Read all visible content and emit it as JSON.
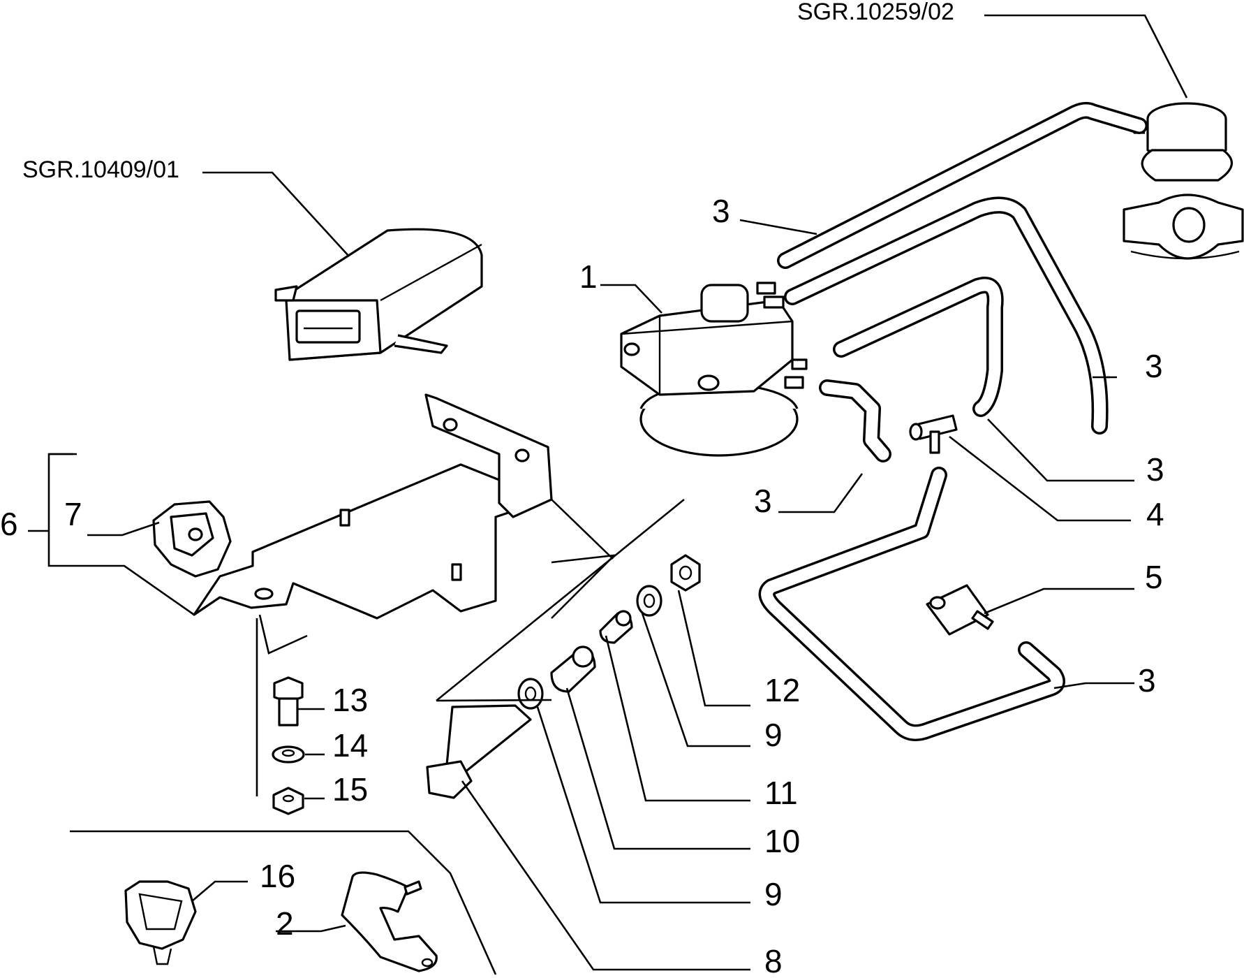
{
  "diagram": {
    "references": {
      "ref_top_right": "SGR.10259/02",
      "ref_top_left": "SGR.10409/01"
    },
    "labels": {
      "l1": "1",
      "l2": "2",
      "l3a": "3",
      "l3b": "3",
      "l3c": "3",
      "l3d": "3",
      "l3e": "3",
      "l4": "4",
      "l5": "5",
      "l6": "6",
      "l7": "7",
      "l8": "8",
      "l9a": "9",
      "l9b": "9",
      "l10": "10",
      "l11": "11",
      "l12": "12",
      "l13": "13",
      "l14": "14",
      "l15": "15",
      "l16": "16"
    }
  }
}
